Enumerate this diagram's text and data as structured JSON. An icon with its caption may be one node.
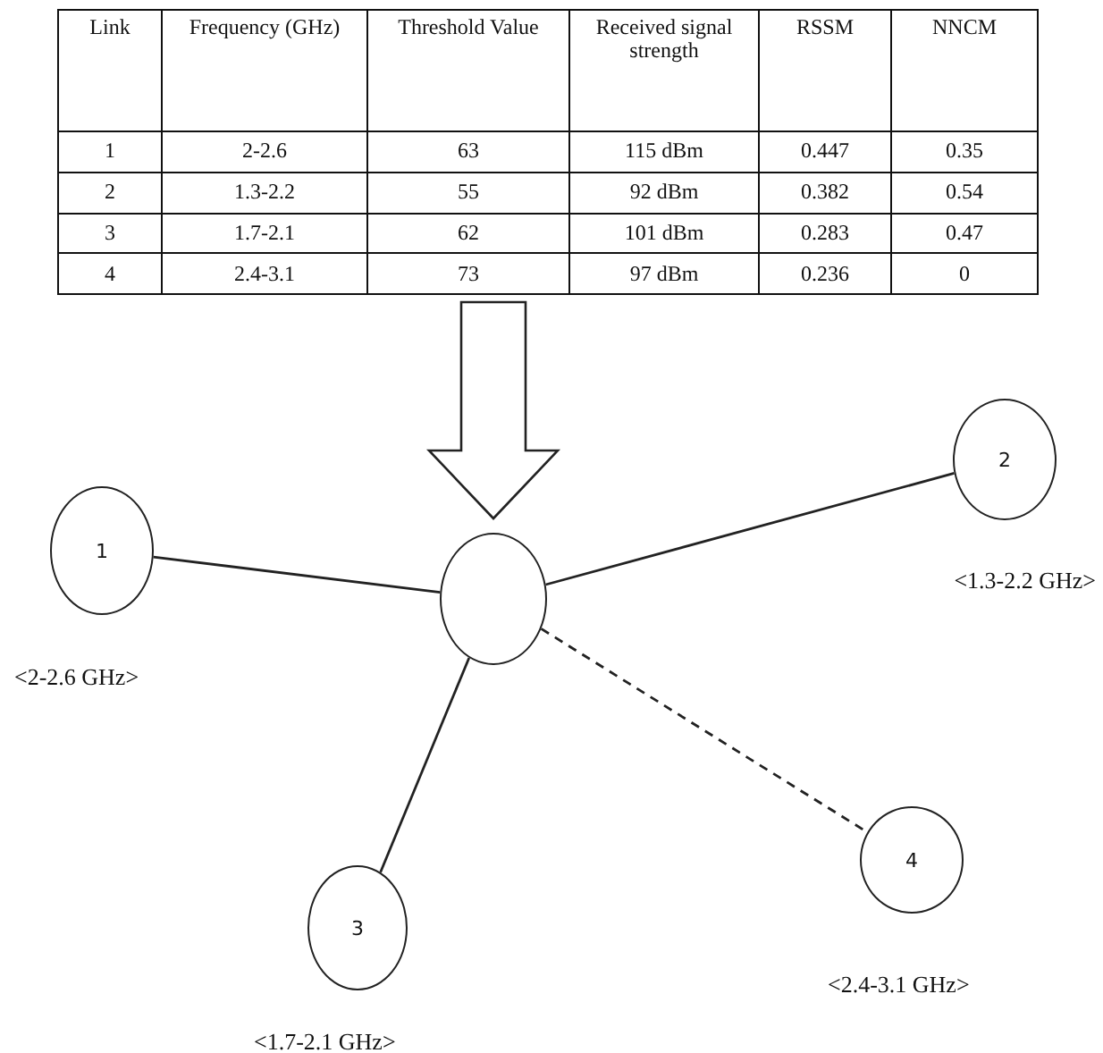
{
  "diagram": {
    "nodes": [
      {
        "text": [],
        "shape": "table"
      },
      {
        "text": [],
        "shape": "circle"
      },
      {
        "text": [
          "1"
        ],
        "beside": [
          "<2-2.6 GHz>"
        ]
      },
      {
        "text": [
          "2"
        ],
        "beside": [
          "<1.3-2.2 GHz>"
        ]
      },
      {
        "text": [
          "3"
        ],
        "beside": [
          "<1.7-2.1 GHz>"
        ]
      },
      {
        "text": [
          "4"
        ],
        "beside": [
          "<2.4-3.1 GHz>"
        ]
      }
    ],
    "edges": [
      {
        "from": 0,
        "to": 1,
        "arrow": "to",
        "style": "thick"
      },
      {
        "from": 2,
        "to": 1,
        "arrow": "none"
      },
      {
        "from": 1,
        "to": 3,
        "arrow": "none"
      },
      {
        "from": 1,
        "to": 4,
        "arrow": "none"
      },
      {
        "from": 1,
        "to": 5,
        "arrow": "none",
        "style": "dashed"
      }
    ],
    "labels": [
      "Link",
      "Frequency (GHz)",
      "Threshold Value",
      "Received signal strength",
      "RSSM",
      "NNCM",
      "1",
      "2-2.6",
      "63",
      "115 dBm",
      "0.447",
      "0.35",
      "2",
      "1.3-2.2",
      "55",
      "92 dBm",
      "0.382",
      "0.54",
      "3",
      "1.7-2.1",
      "62",
      "101 dBm",
      "0.283",
      "0.47",
      "4",
      "2.4-3.1",
      "73",
      "97 dBm",
      "0.236",
      "0"
    ]
  }
}
